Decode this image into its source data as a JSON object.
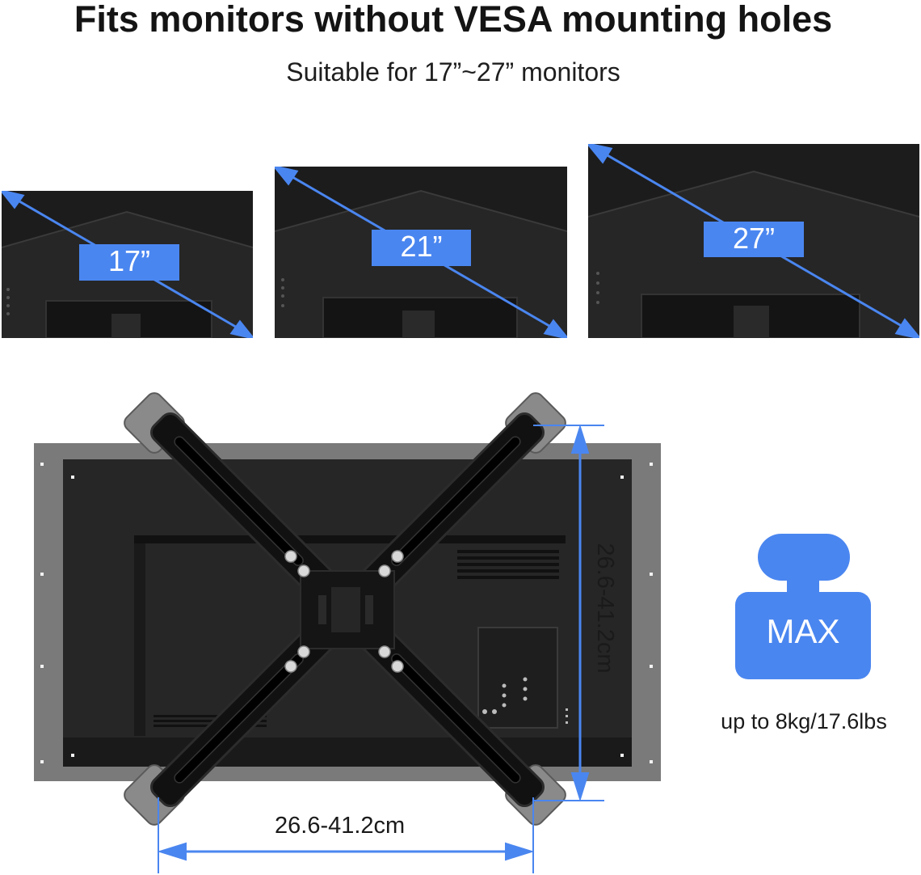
{
  "header": {
    "title": "Fits monitors without VESA mounting holes",
    "subtitle": "Suitable for 17”~27” monitors"
  },
  "monitors": [
    {
      "size_label": "17”"
    },
    {
      "size_label": "21”"
    },
    {
      "size_label": "27”"
    }
  ],
  "dimensions": {
    "horizontal": "26.6-41.2cm",
    "vertical": "26.6-41.2cm"
  },
  "weight": {
    "badge": "MAX",
    "caption": "up to 8kg/17.6lbs"
  },
  "colors": {
    "accent": "#4a86f0",
    "monitor_body": "#1b1b1b",
    "bracket": "#111111",
    "frame": "#7a7a7a"
  }
}
